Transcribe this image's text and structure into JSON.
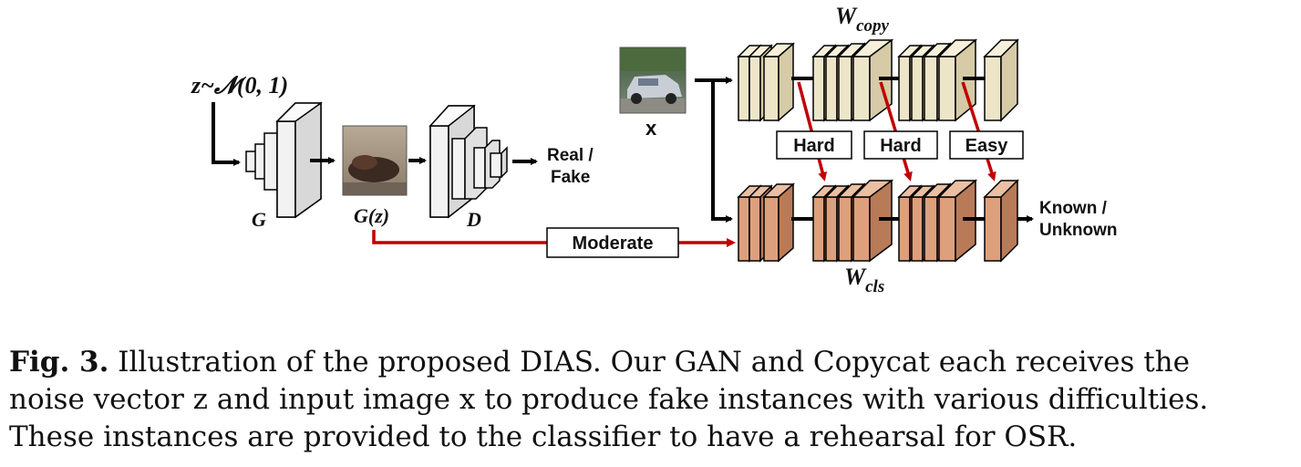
{
  "diagram": {
    "noise_label": "z~𝓝(0, 1)",
    "generator_label": "G",
    "generated_label": "G(z)",
    "discriminator_label": "D",
    "disc_output": [
      "Real /",
      "Fake"
    ],
    "input_label": "x",
    "copy_label": {
      "main": "W",
      "sub": "copy"
    },
    "cls_label": {
      "main": "W",
      "sub": "cls"
    },
    "difficulty_labels": [
      "Hard",
      "Hard",
      "Easy"
    ],
    "moderate_label": "Moderate",
    "cls_output": [
      "Known /",
      "Unknown"
    ],
    "colors": {
      "arrow": "#000000",
      "red_arrow": "#c00000",
      "copy_fill": "#ede5c8",
      "cls_fill": "#dca07c",
      "gan_fill": "#f2f2f2"
    }
  },
  "caption": {
    "prefix": "Fig. 3.",
    "lines": [
      " Illustration of the proposed DIAS. Our GAN and Copycat each receives the",
      "noise vector z and input image x to produce fake instances with various difficulties.",
      "These instances are provided to the classifier to have a rehearsal for OSR."
    ]
  }
}
